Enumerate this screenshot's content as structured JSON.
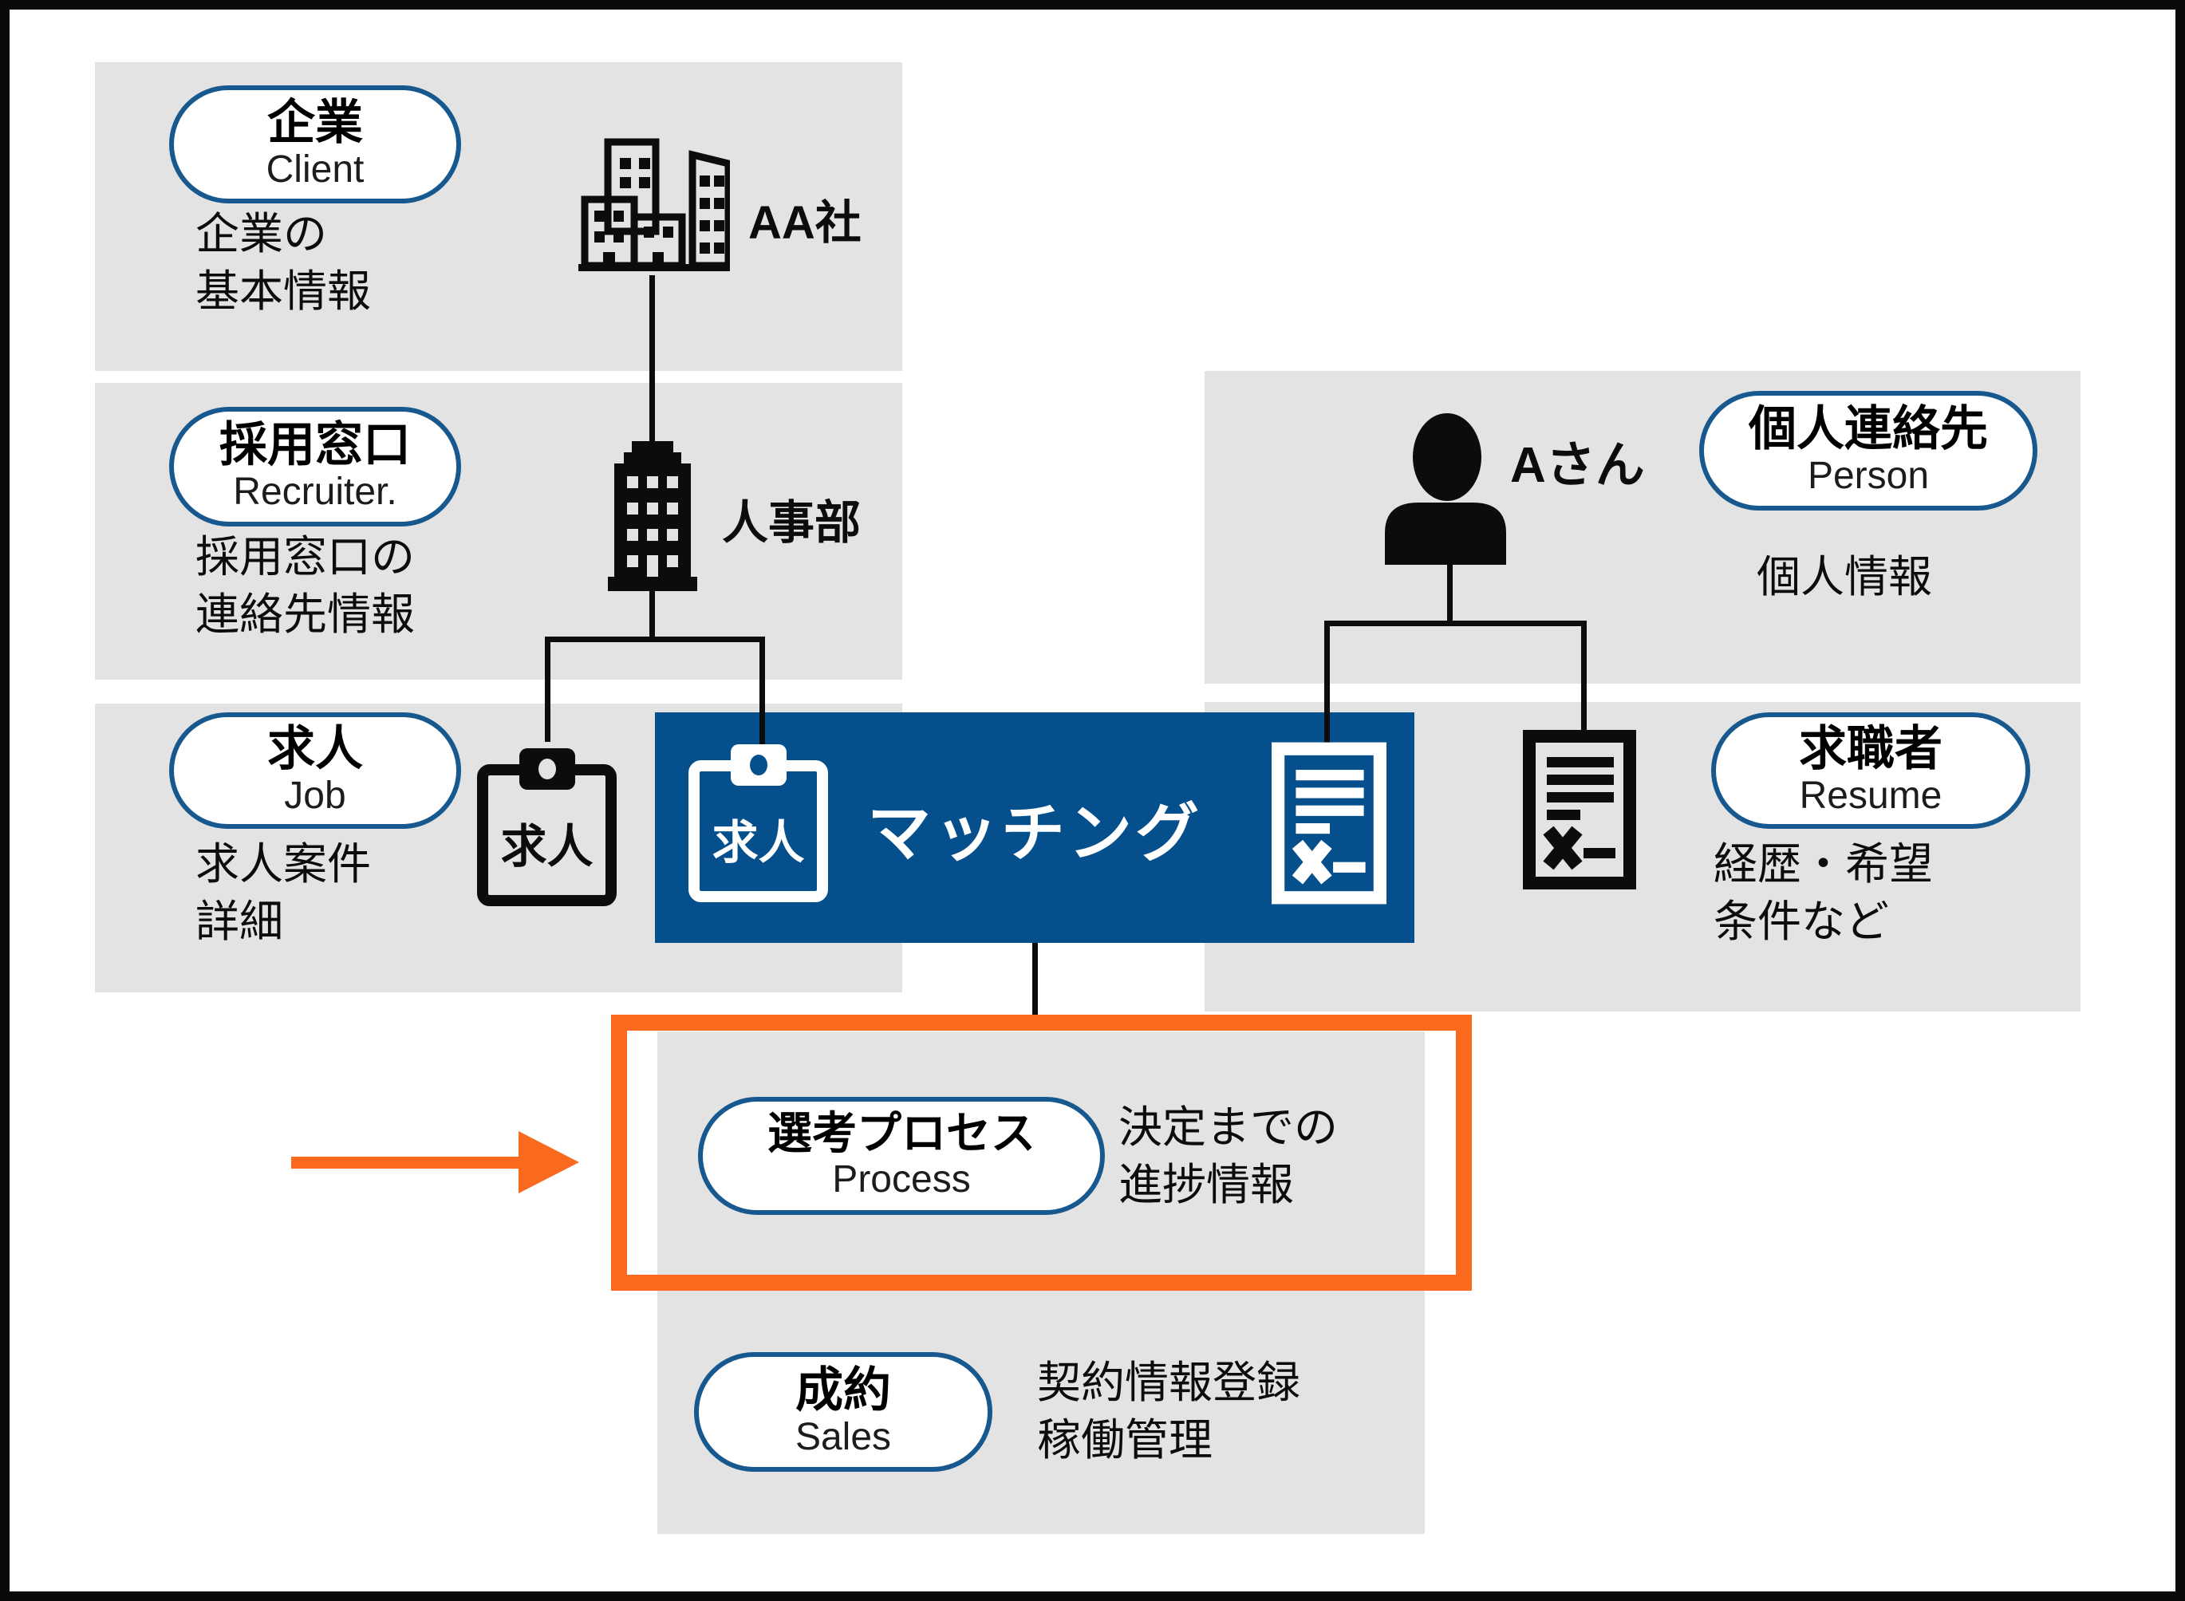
{
  "colors": {
    "accent_blue": "#05508C",
    "pill_border_blue": "#17588E",
    "highlight_orange": "#F96A1E",
    "box_gray": "#E3E3E3",
    "line_black": "#0C0C0C"
  },
  "client": {
    "title": "企業",
    "sub": "Client",
    "desc1": "企業の",
    "desc2": "基本情報",
    "icon_label": "AA社"
  },
  "recruiter": {
    "title": "採用窓口",
    "sub": "Recruiter.",
    "desc1": "採用窓口の",
    "desc2": "連絡先情報",
    "icon_label": "人事部"
  },
  "job": {
    "title": "求人",
    "sub": "Job",
    "desc1": "求人案件",
    "desc2": "詳細",
    "clipboard_text": "求人"
  },
  "matching": {
    "label": "マッチング",
    "clipboard_text": "求人"
  },
  "person": {
    "title": "個人連絡先",
    "sub": "Person",
    "desc": "個人情報",
    "icon_label": "Aさん"
  },
  "resume": {
    "title": "求職者",
    "sub": "Resume",
    "desc1": "経歴・希望",
    "desc2": "条件など"
  },
  "process": {
    "title": "選考プロセス",
    "sub": "Process",
    "desc1": "決定までの",
    "desc2": "進捗情報"
  },
  "sales": {
    "title": "成約",
    "sub": "Sales",
    "desc1": "契約情報登録",
    "desc2": "稼働管理"
  }
}
